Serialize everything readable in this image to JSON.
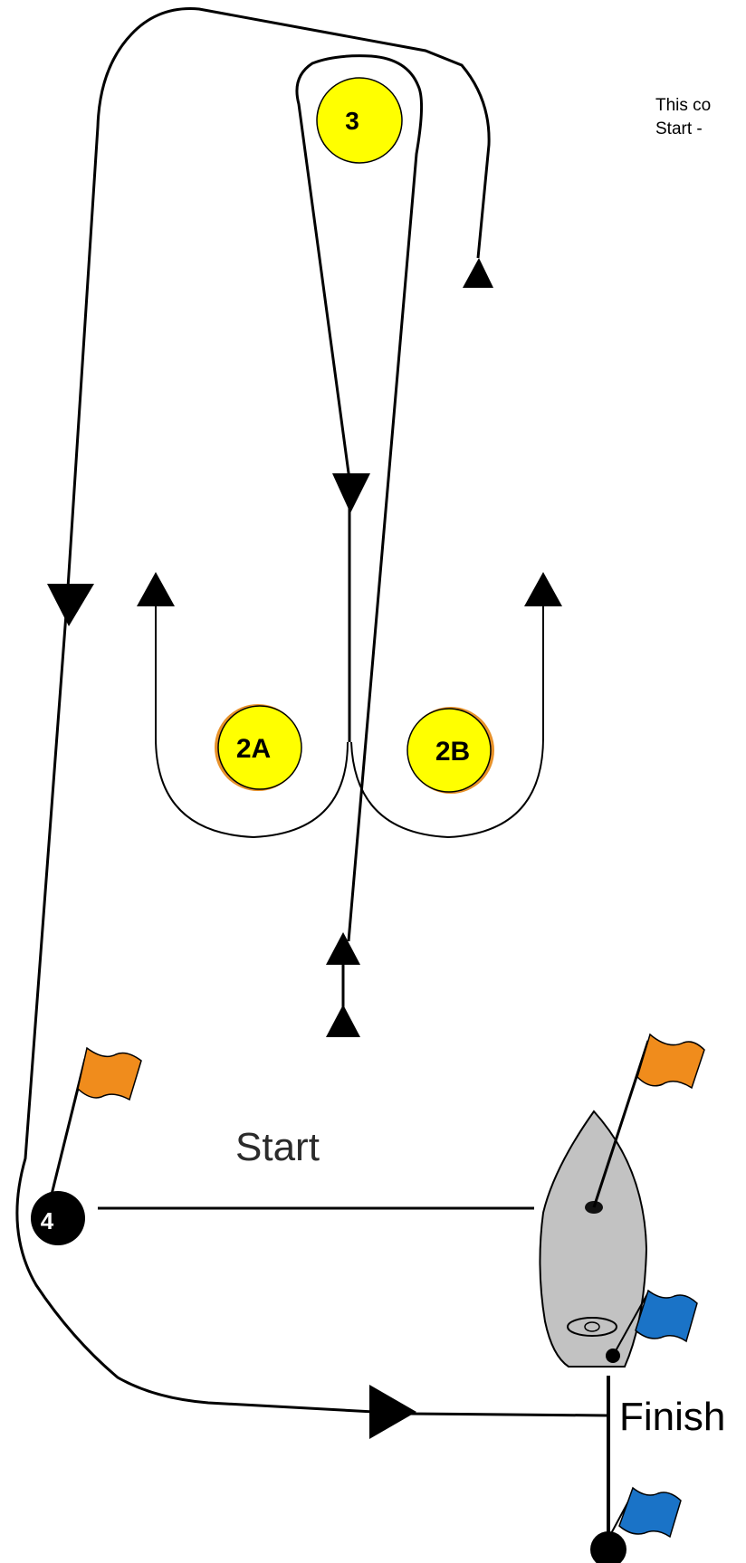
{
  "note": {
    "line1": "This co",
    "line2": "Start -"
  },
  "marks": {
    "mark_3": "3",
    "mark_2a": "2A",
    "mark_2b": "2B",
    "mark_4": "4"
  },
  "labels": {
    "start": "Start",
    "finish": "Finish"
  },
  "colors": {
    "mark_yellow": "#ffff00",
    "mark_4": "#000000",
    "flag_orange": "#f08c1c",
    "flag_blue": "#1a73c7",
    "boat_hull": "#c2c2c2"
  },
  "icons": [
    "orange-flag-icon",
    "blue-flag-icon",
    "committee-boat-icon",
    "direction-arrow-icon"
  ]
}
